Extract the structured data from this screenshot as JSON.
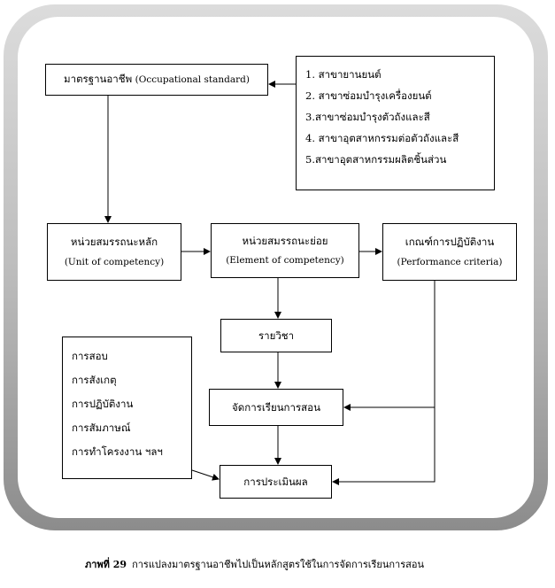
{
  "standard": {
    "thai": "มาตรฐานอาชีพ",
    "eng": "(Occupational standard)"
  },
  "branches": [
    "1. สาขายานยนต์",
    "2. สาขาซ่อมบำรุงเครื่องยนต์",
    "3.สาขาซ่อมบำรุงตัวถังและสี",
    "4. สาขาอุตสาหกรรมต่อตัวถังและสี",
    "5.สาขาอุตสาหกรรมผลิตชิ้นส่วน"
  ],
  "unit": {
    "thai": "หน่วยสมรรถนะหลัก",
    "eng": "(Unit of competency)"
  },
  "element": {
    "thai": "หน่วยสมรรถนะย่อย",
    "eng": "(Element of competency)"
  },
  "performance": {
    "thai": "เกณฑ์การปฏิบัติงาน",
    "eng": "(Performance criteria)"
  },
  "subject": "รายวิชา",
  "teaching": "จัดการเรียนการสอน",
  "evaluation": "การประเมินผล",
  "methods": [
    "การสอบ",
    "การสังเกตุ",
    "การปฏิบัติงาน",
    "การสัมภาษณ์",
    "การทำโครงงาน ฯลฯ"
  ],
  "caption": {
    "label": "ภาพที่ 29",
    "text": "การแปลงมาตรฐานอาชีพไปเป็นหลักสูตรใช้ในการจัดการเรียนการสอน"
  }
}
